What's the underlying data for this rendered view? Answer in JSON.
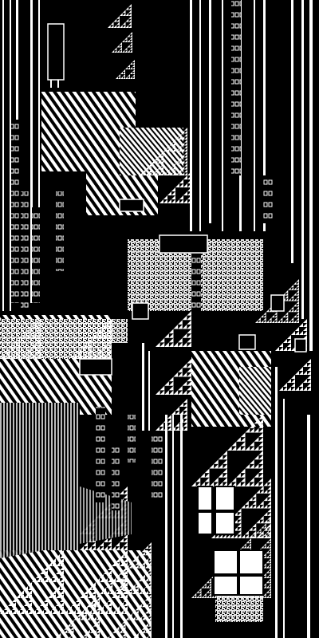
{
  "image": {
    "description_free": true,
    "palette": {
      "background": "#000000",
      "foreground": "#ffffff",
      "gray": "#9a9a9a"
    }
  },
  "patterns": {
    "diagonal_stripes": "diagonal-stripes",
    "sierpinski_triangles": "sierpinski-triangles",
    "vertical_bars": "vertical-bars",
    "dotted_columns": "dotted-columns",
    "grid_windows": "grid-windows",
    "noise_texture": "noise-texture"
  }
}
